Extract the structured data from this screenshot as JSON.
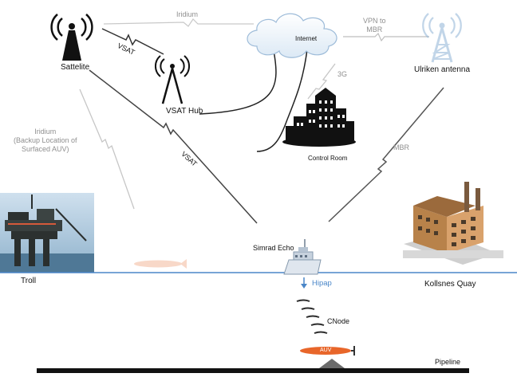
{
  "labels": {
    "satellite": "Sattelite",
    "vsat_hub": "VSAT Hub",
    "internet": "Internet",
    "ulriken_antenna": "Ulriken antenna",
    "control_room": "Control Room",
    "simrad_echo": "Simrad Echo",
    "troll": "Troll",
    "kollsnes_quay": "Kollsnes Quay",
    "cnode": "CNode",
    "pipeline": "Pipeline",
    "auv": "AUV",
    "hipap": "Hipap"
  },
  "links": {
    "iridium_top": "Iridium",
    "vsat_upper": "VSAT",
    "vsat_lower": "VSAT",
    "vpn_to_mbr": "VPN to\nMBR",
    "link_3g": "3G",
    "mbr": "MBR",
    "iridium_backup": "Iridium\n(Backup Location of\nSurfaced AUV)"
  },
  "colors": {
    "sea_line": "#4a86c8",
    "pipeline": "#111111",
    "auv": "#e8662a",
    "grey_link": "#b5b5b5",
    "dark_link": "#3a3a3a",
    "text_blue": "#4a86c8"
  },
  "icons": {
    "satellite": "radio-tower-icon",
    "vsat_hub": "radio-tower-icon",
    "internet": "cloud-icon",
    "ulriken_antenna": "radio-tower-icon",
    "control_room": "city-buildings-icon",
    "troll": "offshore-platform-icon",
    "kollsnes_quay": "factory-icon",
    "simrad_echo": "ship-icon",
    "auv": "auv-icon",
    "cnode": "transponder-icon"
  }
}
